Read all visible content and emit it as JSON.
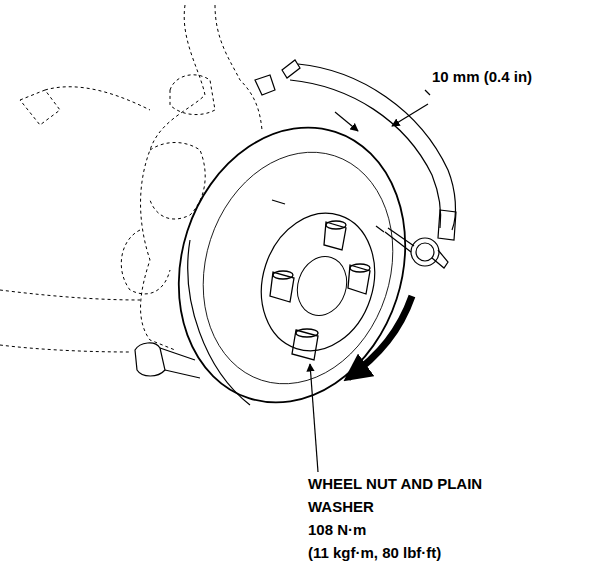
{
  "diagram": {
    "labels": [
      "10 mm (0.4 in)",
      "WHEEL NUT AND PLAIN WASHER",
      "108 N·m",
      "(11 kgf·m, 80 lbf·ft)"
    ]
  }
}
